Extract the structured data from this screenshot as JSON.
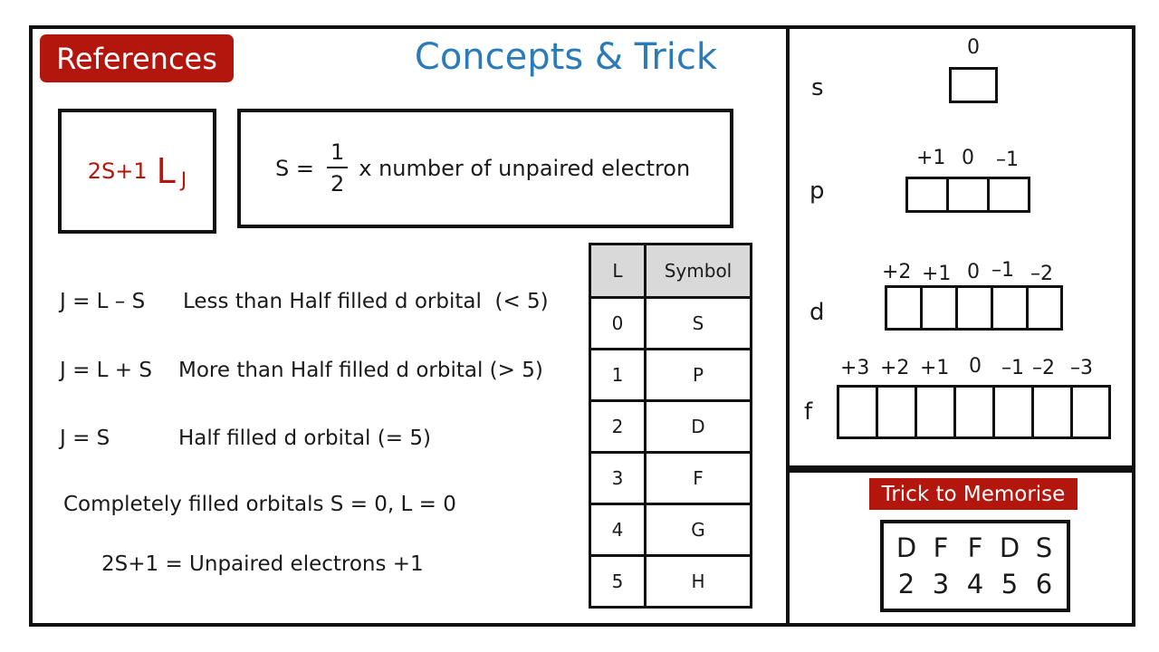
{
  "header": {
    "references_label": "References",
    "title": "Concepts & Trick"
  },
  "term_symbol": {
    "multiplicity": "2S+1",
    "L": "L",
    "J": "J"
  },
  "spin_formula": {
    "lhs": "S =",
    "numerator": "1",
    "denominator": "2",
    "rhs": "x  number of unpaired electron"
  },
  "rules": [
    {
      "formula": "J = L – S",
      "text": "Less than Half filled d orbital  (< 5)"
    },
    {
      "formula": "J = L + S",
      "text": "More than Half filled d orbital (> 5)"
    },
    {
      "formula": "J = S",
      "text": "Half filled d orbital (= 5)"
    }
  ],
  "note_filled": "Completely filled orbitals S = 0, L = 0",
  "note_unpaired": "2S+1 = Unpaired electrons +1",
  "symbol_table": {
    "headers": [
      "L",
      "Symbol"
    ],
    "rows": [
      [
        "0",
        "S"
      ],
      [
        "1",
        "P"
      ],
      [
        "2",
        "D"
      ],
      [
        "3",
        "F"
      ],
      [
        "4",
        "G"
      ],
      [
        "5",
        "H"
      ]
    ]
  },
  "orbitals": {
    "s": {
      "label": "s",
      "values": [
        "0"
      ]
    },
    "p": {
      "label": "p",
      "values": [
        "+1",
        "0",
        "–1"
      ]
    },
    "d": {
      "label": "d",
      "values": [
        "+2",
        "+1",
        "0",
        "–1",
        "–2"
      ]
    },
    "f": {
      "label": "f",
      "values": [
        "+3",
        "+2",
        "+1",
        "0",
        "–1",
        "–2",
        "–3"
      ]
    }
  },
  "trick": {
    "label": "Trick to Memorise",
    "letters": [
      "D",
      "F",
      "F",
      "D",
      "S"
    ],
    "numbers": [
      "2",
      "3",
      "4",
      "5",
      "6"
    ]
  },
  "colors": {
    "accent_red": "#b3160c",
    "title_blue": "#2b7bb9",
    "table_header_gray": "#d9d9d9"
  }
}
